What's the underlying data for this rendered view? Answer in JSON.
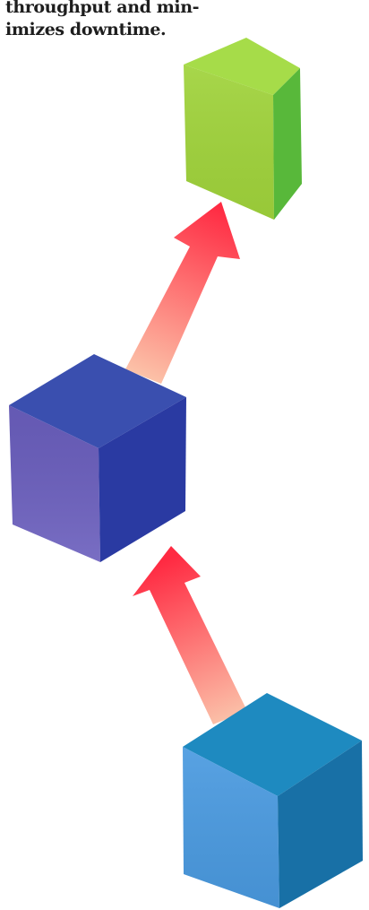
{
  "caption": {
    "line1": "throughput and min-",
    "line2": "imizes downtime."
  },
  "cubes": [
    {
      "id": "top",
      "colors": {
        "top": "#a6dc49",
        "left": "#a0d33b",
        "right": "#58b83a"
      }
    },
    {
      "id": "middle",
      "colors": {
        "top": "#3a4faf",
        "left": "#6a5ebd",
        "right": "#2a3aa2"
      }
    },
    {
      "id": "bottom",
      "colors": {
        "top": "#1e8ac0",
        "left": "#4a9ae0",
        "right": "#1870a6"
      }
    }
  ],
  "arrows": [
    {
      "id": "bottom-to-middle",
      "from_color": "#fbc0a8",
      "to_color": "#ff2a42"
    },
    {
      "id": "middle-to-top",
      "from_color": "#fcc2a8",
      "to_color": "#ff2a42"
    }
  ]
}
